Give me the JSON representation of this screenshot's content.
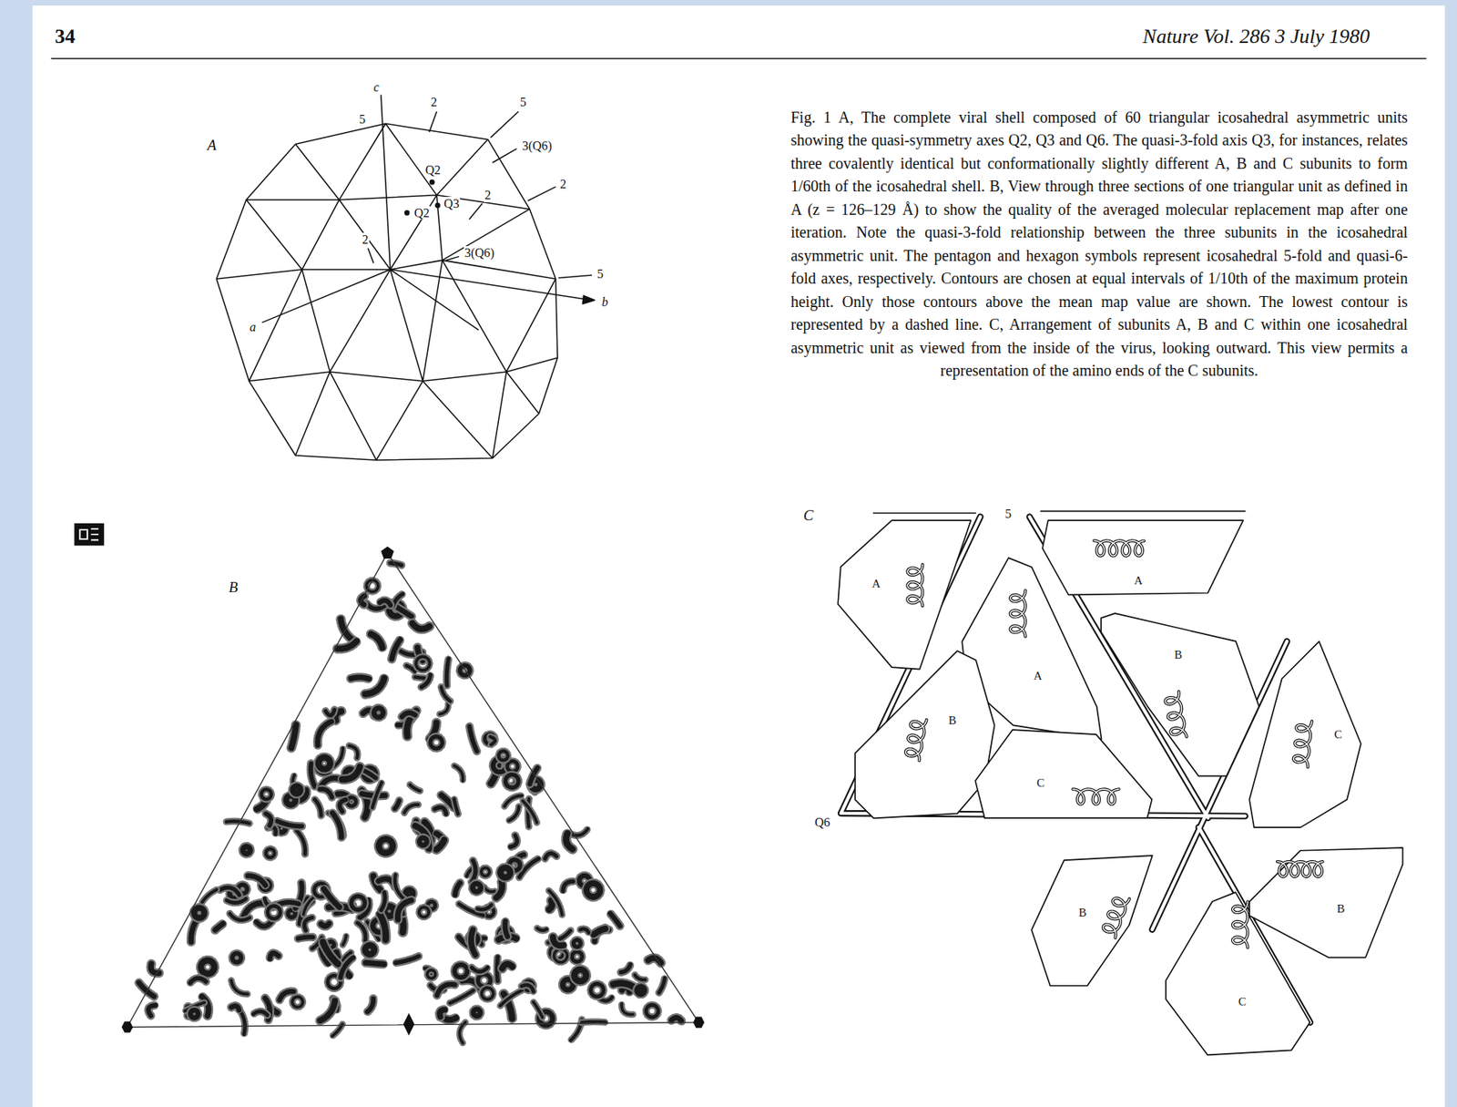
{
  "diagram": {
    "caption": "Fig. 1 A, The complete viral shell composed of 60 triangular icosahedral asymmetric units showing the quasi-symmetry axes Q2, Q3 and Q6. The quasi-3-fold axis Q3, for instances, relates three covalently identical but conformationally slightly different A, B and C subunits to form 1/60th of the icosahedral shell. B, View through three sections of one triangular unit as defined in A (z = 126–129 Å) to show the quality of the averaged molecular replacement map after one iteration. Note the quasi-3-fold relationship between the three subunits in the icosahedral asymmetric unit. The pentagon and hexagon symbols represent icosahedral 5-fold and quasi-6-fold axes, respectively. Contours are chosen at equal intervals of 1/10th of the maximum protein height. Only those contours above the mean map value are shown. The lowest contour is represented by a dashed line. C, Arrangement of subunits A, B and C within one icosahedral asymmetric unit as viewed from the inside of the virus, looking outward. This view permits a representation of the amino ends of the C subunits.",
    "nodes": [
      {
        "text": [
          "A"
        ]
      },
      {
        "text": [
          "A"
        ]
      },
      {
        "text": [
          "A"
        ]
      },
      {
        "text": [
          "B"
        ]
      },
      {
        "text": [
          "B"
        ]
      },
      {
        "text": [
          "C"
        ]
      },
      {
        "text": [
          "C"
        ]
      },
      {
        "text": [
          "B"
        ]
      },
      {
        "text": [
          "B"
        ]
      },
      {
        "text": [
          "C"
        ]
      }
    ],
    "labels": [
      "34",
      "Nature Vol. 286 3 July 1980",
      "A",
      "c",
      "5",
      "2",
      "5",
      "3(Q6)",
      "2",
      "Q2",
      "Q2",
      "Q3",
      "2",
      "2",
      "3(Q6)",
      "5",
      "a",
      "b",
      "B",
      "C",
      "5",
      "Q6"
    ]
  }
}
